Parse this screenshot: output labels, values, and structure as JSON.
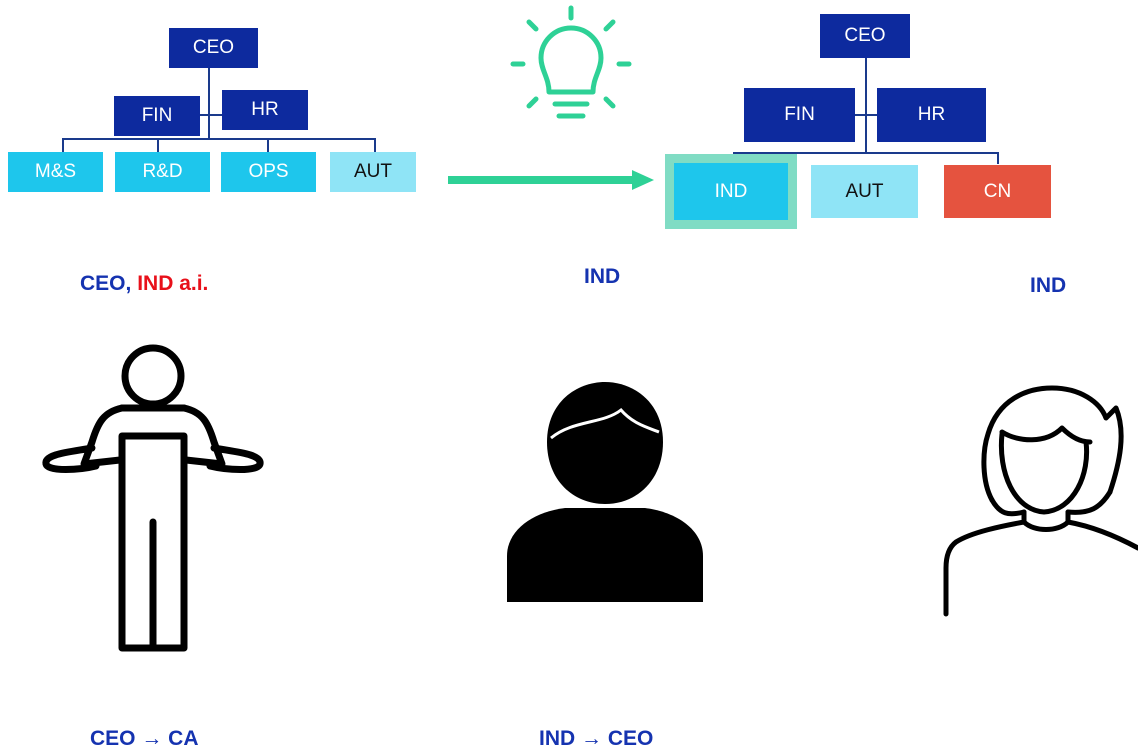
{
  "left_chart": {
    "ceo": "CEO",
    "fin": "FIN",
    "hr": "HR",
    "units": [
      "M&S",
      "R&D",
      "OPS",
      "AUT"
    ]
  },
  "right_chart": {
    "ceo": "CEO",
    "fin": "FIN",
    "hr": "HR",
    "units": [
      "IND",
      "AUT",
      "CN"
    ]
  },
  "captions": {
    "left_top_prefix": "CEO, ",
    "left_top_highlight": "IND a.i.",
    "middle_top": "IND",
    "right_top": "IND",
    "left_bottom": "CEO → CA",
    "middle_bottom": "IND → CEO"
  },
  "icons": {
    "idea": "lightbulb-icon",
    "arrow": "arrow-right-icon",
    "person_left": "person-shrug-icon",
    "person_middle": "man-avatar-icon",
    "person_right": "woman-avatar-icon"
  },
  "colors": {
    "dark_blue": "#0d2a9e",
    "cyan": "#1ec6ec",
    "light_cyan": "#8fe4f6",
    "red": "#e5533f",
    "green": "#2ed196"
  }
}
